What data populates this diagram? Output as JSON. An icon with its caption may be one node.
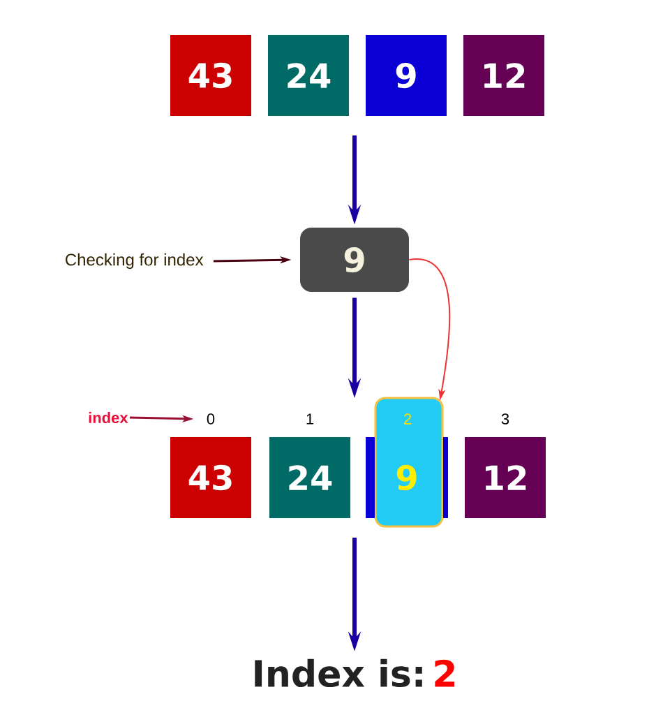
{
  "diagram": {
    "nodes": [
      {
        "text": [
          "43"
        ]
      },
      {
        "text": [
          "24"
        ]
      },
      {
        "text": [
          "9"
        ]
      },
      {
        "text": [
          "12"
        ]
      },
      {
        "text": [
          "Checking for index"
        ]
      },
      {
        "text": [
          "9"
        ]
      },
      {
        "text": [
          "index"
        ]
      },
      {
        "text": [
          "0"
        ]
      },
      {
        "text": [
          "1"
        ]
      },
      {
        "text": [
          "2"
        ]
      },
      {
        "text": [
          "3"
        ]
      },
      {
        "text": [
          "43"
        ]
      },
      {
        "text": [
          "24"
        ]
      },
      {
        "text": [
          "9"
        ]
      },
      {
        "text": [
          "12"
        ]
      },
      {
        "text": [
          "Index is:",
          "2"
        ]
      }
    ],
    "edges": [
      {
        "from": null,
        "to": 5,
        "arrow": "to",
        "style": "thick"
      },
      {
        "from": 4,
        "to": 5,
        "arrow": "to",
        "color": "#4a0010"
      },
      {
        "from": 5,
        "to": null,
        "arrow": "to",
        "style": "thick"
      },
      {
        "from": 5,
        "to": 9,
        "arrow": "to",
        "color": "#ee3333"
      },
      {
        "from": 6,
        "to": 7,
        "arrow": "to",
        "color": "#9a1030"
      },
      {
        "from": null,
        "to": 15,
        "arrow": "to",
        "style": "thick"
      }
    ]
  }
}
